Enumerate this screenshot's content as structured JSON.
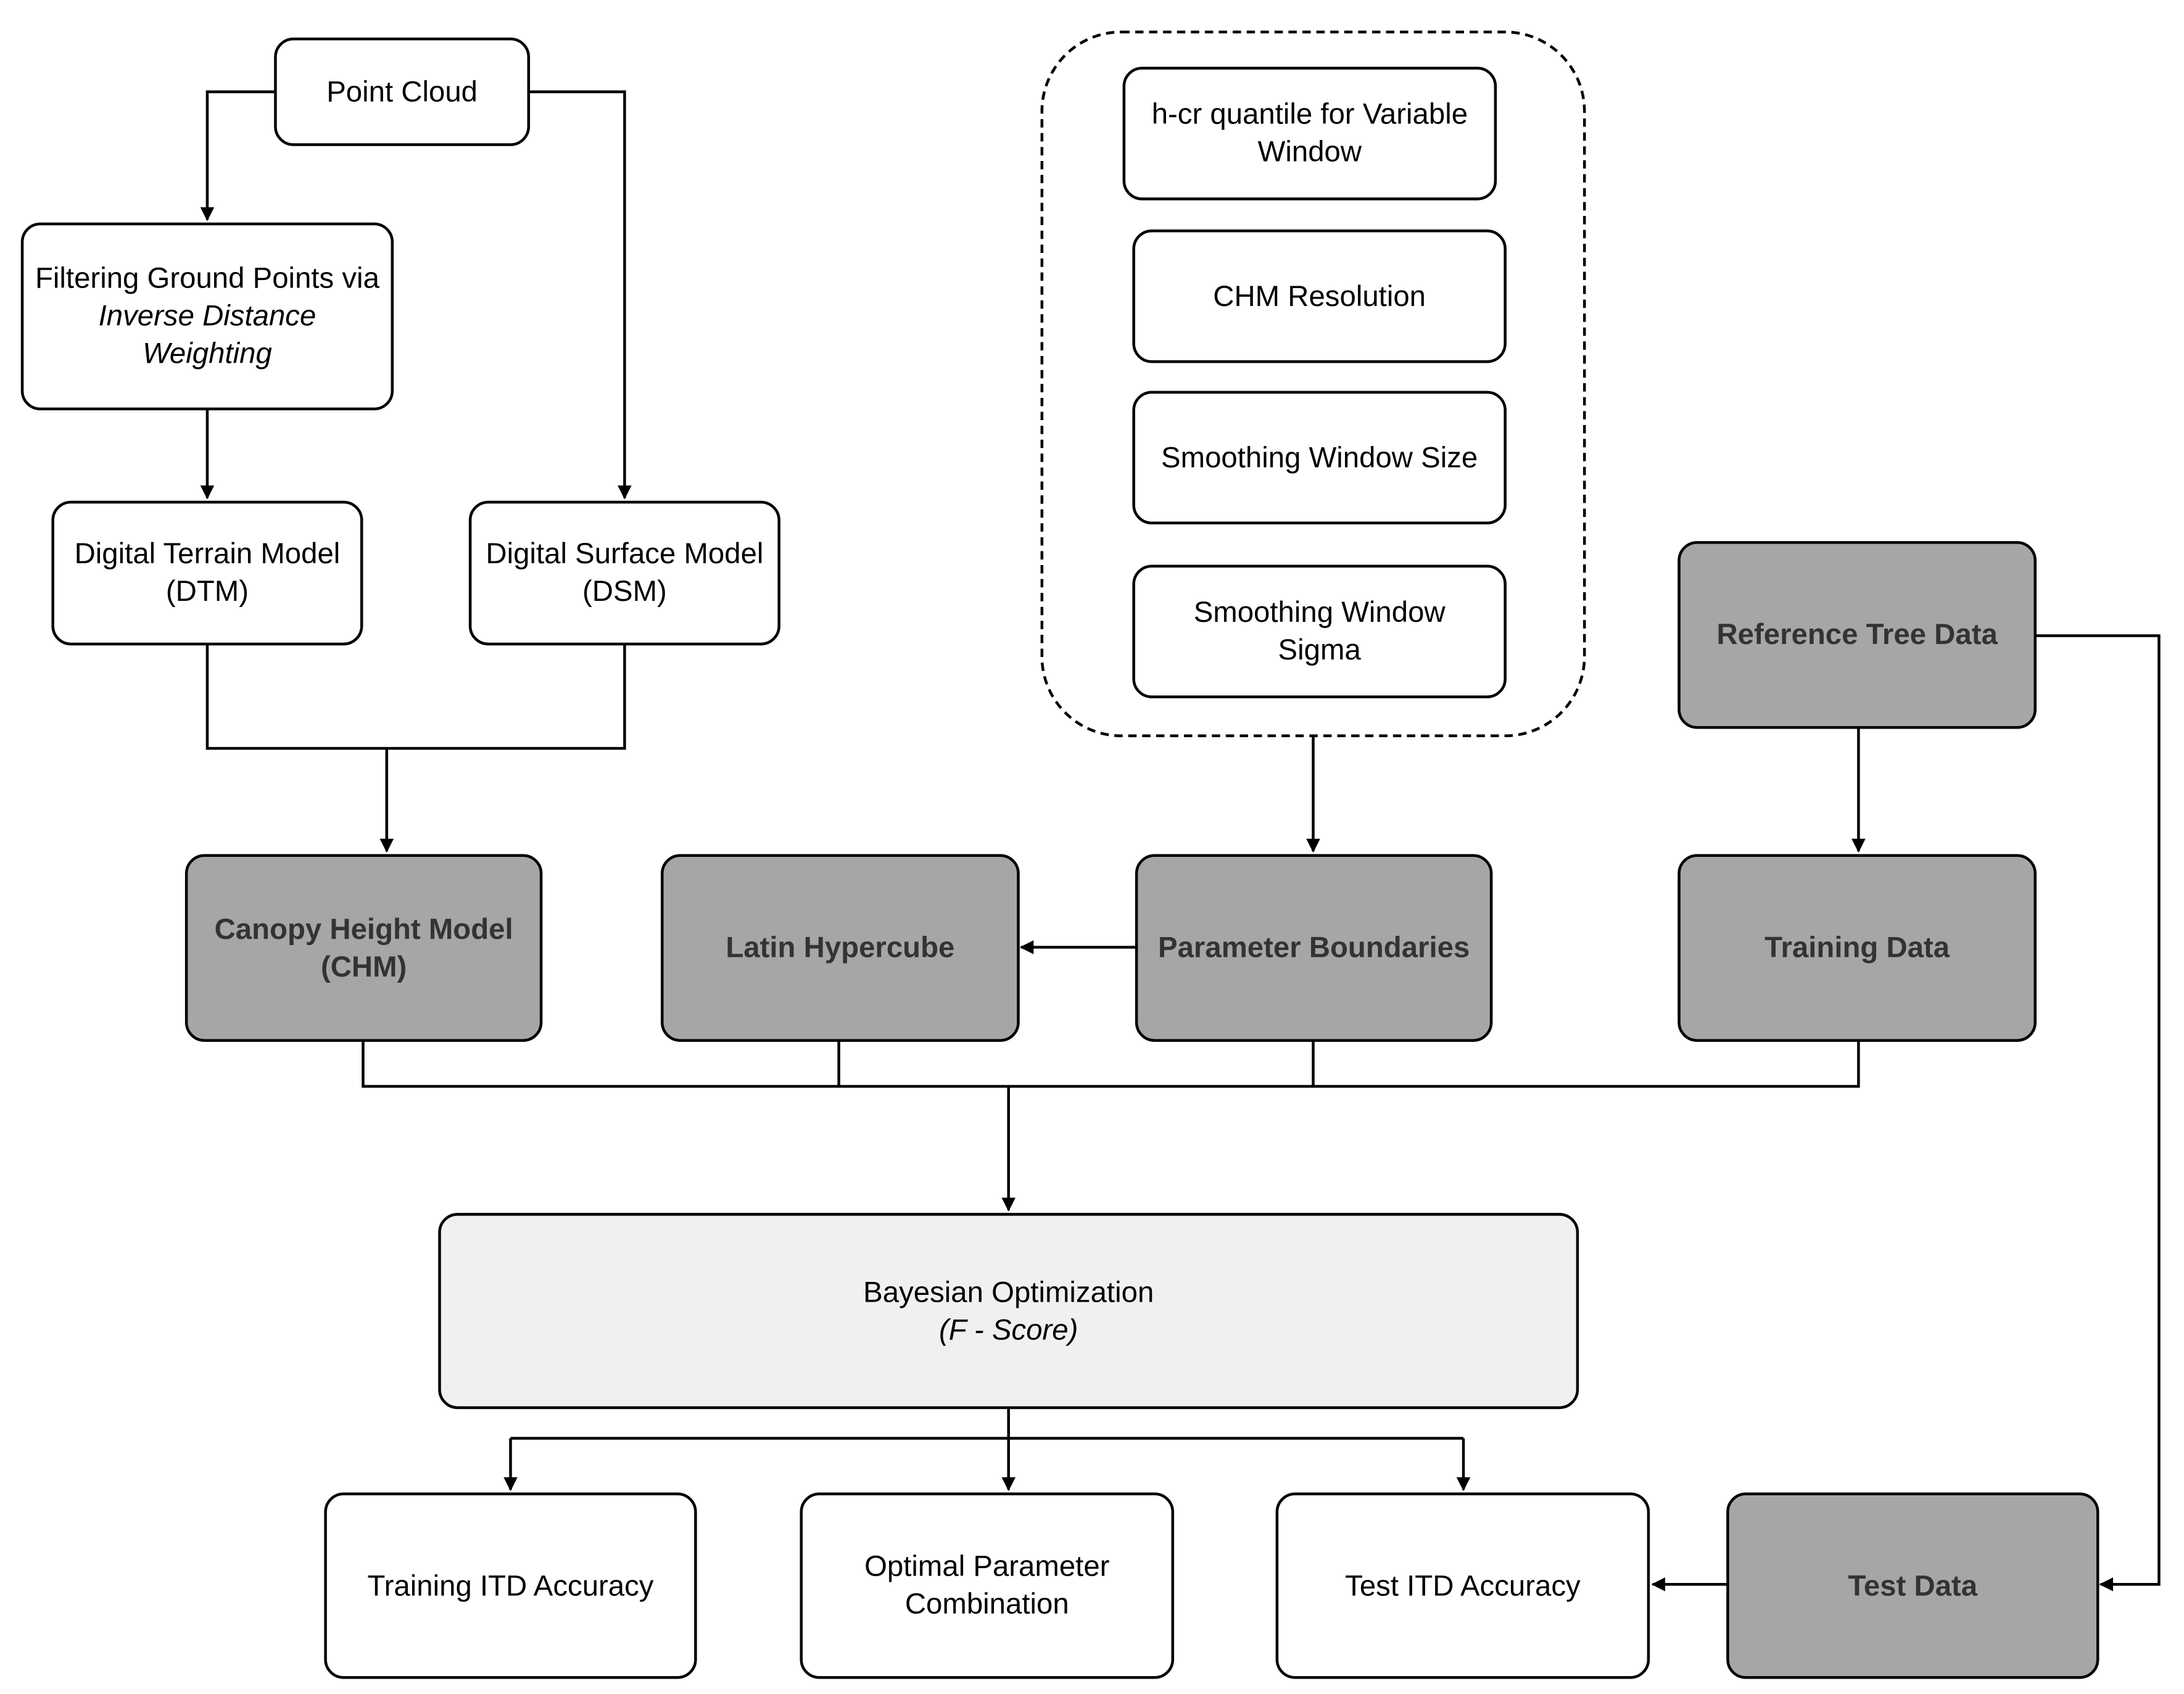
{
  "nodes": {
    "point_cloud": {
      "line1": "Point Cloud"
    },
    "filtering": {
      "line1": "Filtering Ground Points via",
      "line2": "Inverse Distance",
      "line3": "Weighting"
    },
    "dtm": {
      "line1": "Digital Terrain Model",
      "line2": "(DTM)"
    },
    "dsm": {
      "line1": "Digital Surface Model",
      "line2": "(DSM)"
    },
    "hcr": {
      "line1": "h-cr quantile for Variable",
      "line2": "Window"
    },
    "chm_res": {
      "line1": "CHM Resolution"
    },
    "smooth_size": {
      "line1": "Smoothing Window Size"
    },
    "smooth_sigma": {
      "line1": "Smoothing Window",
      "line2": "Sigma"
    },
    "ref_tree": {
      "line1": "Reference Tree Data"
    },
    "chm": {
      "line1": "Canopy Height Model",
      "line2": "(CHM)"
    },
    "latin": {
      "line1": "Latin Hypercube"
    },
    "param_bounds": {
      "line1": "Parameter Boundaries"
    },
    "training_data": {
      "line1": "Training Data"
    },
    "bayes": {
      "line1": "Bayesian Optimization",
      "line2": "(F - Score)"
    },
    "train_acc": {
      "line1": "Training ITD Accuracy"
    },
    "optimal": {
      "line1": "Optimal Parameter",
      "line2": "Combination"
    },
    "test_acc": {
      "line1": "Test ITD Accuracy"
    },
    "test_data": {
      "line1": "Test Data"
    }
  },
  "edges": [
    {
      "from": "point_cloud",
      "to": "filtering"
    },
    {
      "from": "point_cloud",
      "to": "dsm"
    },
    {
      "from": "filtering",
      "to": "dtm"
    },
    {
      "from": "dtm",
      "to": "chm"
    },
    {
      "from": "dsm",
      "to": "chm"
    },
    {
      "from": "parameter-group",
      "to": "param_bounds"
    },
    {
      "from": "param_bounds",
      "to": "latin"
    },
    {
      "from": "ref_tree",
      "to": "training_data"
    },
    {
      "from": "ref_tree",
      "to": "test_data"
    },
    {
      "from": "chm",
      "to": "bayes"
    },
    {
      "from": "latin",
      "to": "bayes"
    },
    {
      "from": "param_bounds",
      "to": "bayes"
    },
    {
      "from": "training_data",
      "to": "bayes"
    },
    {
      "from": "bayes",
      "to": "train_acc"
    },
    {
      "from": "bayes",
      "to": "optimal"
    },
    {
      "from": "bayes",
      "to": "test_acc"
    },
    {
      "from": "test_data",
      "to": "test_acc"
    }
  ],
  "colors": {
    "dark_fill": "#a6a6a6",
    "light_fill": "#f0f0f0",
    "dark_text": "#333333",
    "stroke": "#000000"
  }
}
